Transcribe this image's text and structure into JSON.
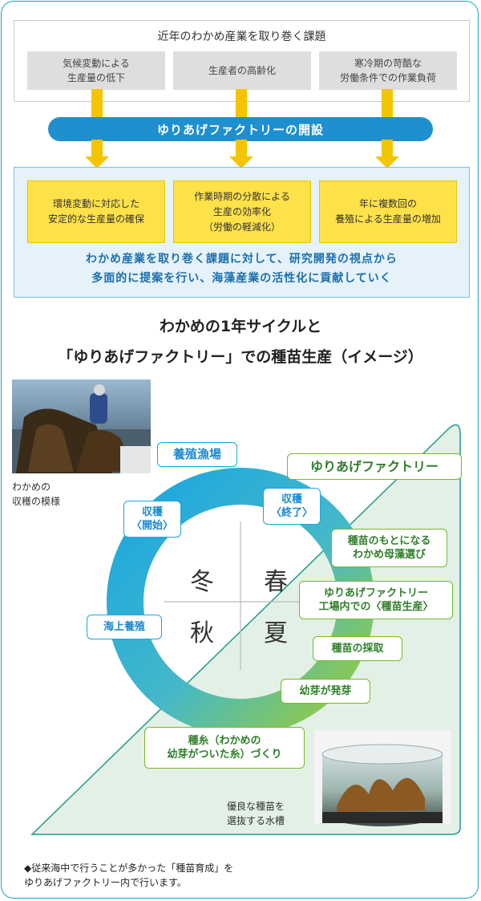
{
  "issues": {
    "title": "近年のわかめ産業を取り巻く課題",
    "items": [
      {
        "line1": "気候変動による",
        "line2": "生産量の低下"
      },
      {
        "line1": "生産者の高齢化",
        "line2": ""
      },
      {
        "line1": "寒冷期の苛酷な",
        "line2": "労働条件での作業負荷"
      }
    ]
  },
  "banner": "ゆりあげファクトリーの開設",
  "results": {
    "items": [
      {
        "line1": "環境変動に対応した",
        "line2": "安定的な生産量の確保",
        "line3": ""
      },
      {
        "line1": "作業時期の分散による",
        "line2": "生産の効率化",
        "line3": "（労働の軽減化）"
      },
      {
        "line1": "年に複数回の",
        "line2": "養殖による生産量の増加",
        "line3": ""
      }
    ],
    "summary_line1": "わかめ産業を取り巻く課題に対して、研究開発の視点から",
    "summary_line2": "多面的に提案を行い、海藻産業の活性化に貢献していく"
  },
  "heading": {
    "line1": "わかめの1年サイクルと",
    "line2": "「ゆりあげファクトリー」での種苗生産（イメージ）"
  },
  "photos": {
    "harvest_caption_line1": "わかめの",
    "harvest_caption_line2": "収穫の模様",
    "tank_caption_line1": "優良な種苗を",
    "tank_caption_line2": "選抜する水槽"
  },
  "cycle": {
    "farm_label": "養殖漁場",
    "factory_label": "ゆりあげファクトリー",
    "seasons": {
      "winter": "冬",
      "spring": "春",
      "autumn": "秋",
      "summer": "夏"
    },
    "harvest_start_line1": "収穫",
    "harvest_start_line2": "〈開始〉",
    "harvest_end_line1": "収穫",
    "harvest_end_line2": "〈終了〉",
    "sea_culture": "海上養殖",
    "mother_line1": "種苗のもとになる",
    "mother_line2": "わかめ母藻選び",
    "seedling_line1": "ゆりあげファクトリー",
    "seedling_line2": "工場内での〈種苗生産〉",
    "collection": "種苗の採取",
    "germination": "幼芽が発芽",
    "thread_line1": "種糸（わかめの",
    "thread_line2": "幼芽がついた糸）づくり"
  },
  "note": {
    "line1": "◆従来海中で行うことが多かった「種苗育成」を",
    "line2": "ゆりあげファクトリー内で行います。"
  },
  "colors": {
    "frame": "#1aa6c4",
    "banner": "#1f8fd0",
    "yellow": "#ffe14a",
    "ring_blue": "#1aa6e0",
    "ring_green": "#8cc63f",
    "factory_area": "#e3f0e6"
  }
}
